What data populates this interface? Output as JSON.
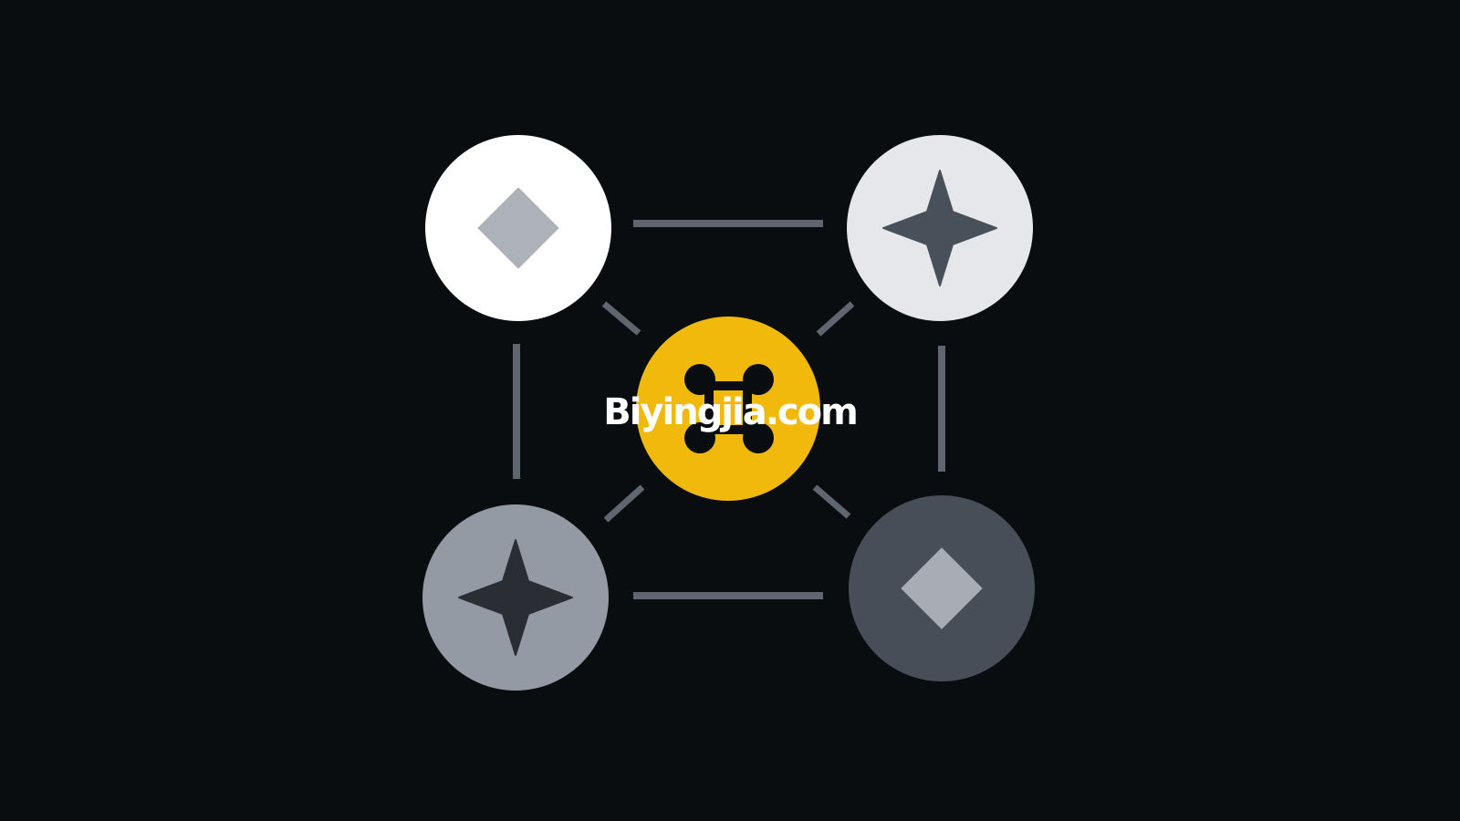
{
  "background_color": "#0a0d10",
  "connector_color": "#5f6670",
  "nodes": [
    {
      "id": "top-left",
      "fill": "#ffffff",
      "icon": "diamond-icon",
      "icon_color": "#adb1b8"
    },
    {
      "id": "top-right",
      "fill": "#e5e7ea",
      "icon": "four-point-star-icon",
      "icon_color": "#48505a"
    },
    {
      "id": "bottom-left",
      "fill": "#949aa3",
      "icon": "four-point-star-icon",
      "icon_color": "#2a2d33"
    },
    {
      "id": "bottom-right",
      "fill": "#484e57",
      "icon": "diamond-icon",
      "icon_color": "#a8adb5"
    }
  ],
  "hub": {
    "fill": "#f0b90b",
    "icon": "command-key-icon",
    "icon_color": "#0a0d10"
  },
  "watermark": {
    "text": "Biyingjia.com"
  }
}
